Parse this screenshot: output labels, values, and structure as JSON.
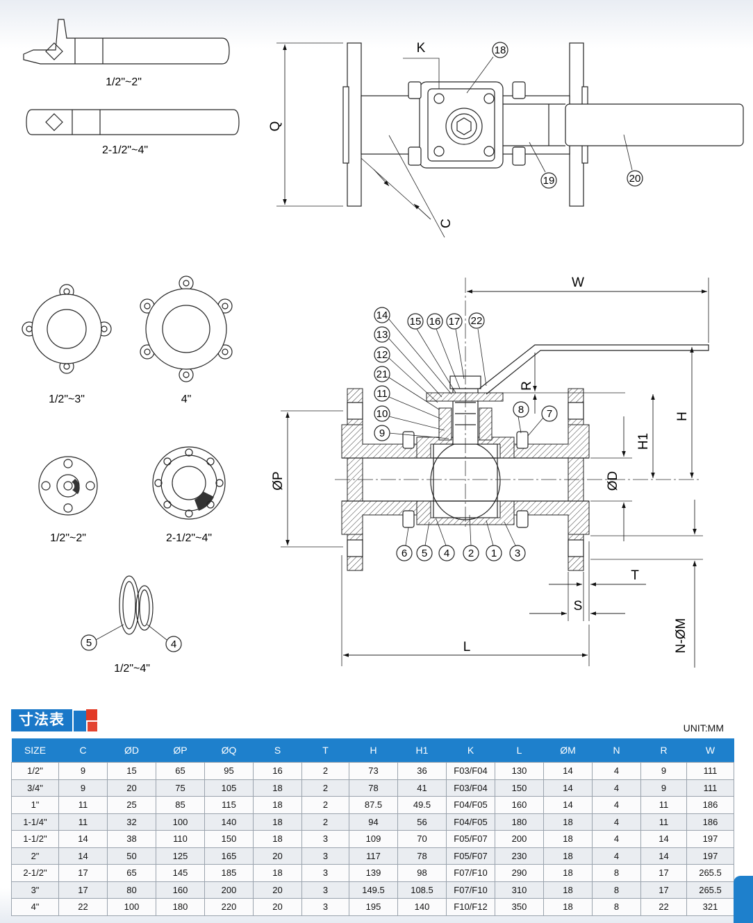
{
  "drawing": {
    "handle_captions": [
      "1/2\"~2\"",
      "2-1/2\"~4\""
    ],
    "flange_captions": [
      "1/2\"~3\"",
      "4\""
    ],
    "seat_captions": [
      "1/2\"~2\"",
      "2-1/2\"~4\""
    ],
    "packing_caption": "1/2\"~4\"",
    "top_view_dims": [
      "K",
      "Q",
      "C"
    ],
    "top_view_balloons": [
      "18",
      "19",
      "20"
    ],
    "section_dims": [
      "W",
      "R",
      "H",
      "H1",
      "ØD",
      "ØP",
      "T",
      "S",
      "L",
      "N-ØM"
    ],
    "section_balloons_left": [
      "14",
      "13",
      "12",
      "21",
      "11",
      "10",
      "9"
    ],
    "section_balloons_top": [
      "15",
      "16",
      "17",
      "22"
    ],
    "section_balloons_right": [
      "8",
      "7"
    ],
    "section_balloons_bottom": [
      "6",
      "5",
      "4",
      "2",
      "1",
      "3"
    ],
    "packing_balloons": [
      "5",
      "4"
    ]
  },
  "table": {
    "title": "寸法表",
    "unit": "UNIT:MM",
    "accent_colors": [
      "#1a78c8",
      "#e23a26"
    ],
    "headers": [
      "SIZE",
      "C",
      "ØD",
      "ØP",
      "ØQ",
      "S",
      "T",
      "H",
      "H1",
      "K",
      "L",
      "ØM",
      "N",
      "R",
      "W"
    ],
    "rows": [
      [
        "1/2\"",
        "9",
        "15",
        "65",
        "95",
        "16",
        "2",
        "73",
        "36",
        "F03/F04",
        "130",
        "14",
        "4",
        "9",
        "111"
      ],
      [
        "3/4\"",
        "9",
        "20",
        "75",
        "105",
        "18",
        "2",
        "78",
        "41",
        "F03/F04",
        "150",
        "14",
        "4",
        "9",
        "111"
      ],
      [
        "1\"",
        "11",
        "25",
        "85",
        "115",
        "18",
        "2",
        "87.5",
        "49.5",
        "F04/F05",
        "160",
        "14",
        "4",
        "11",
        "186"
      ],
      [
        "1-1/4\"",
        "11",
        "32",
        "100",
        "140",
        "18",
        "2",
        "94",
        "56",
        "F04/F05",
        "180",
        "18",
        "4",
        "11",
        "186"
      ],
      [
        "1-1/2\"",
        "14",
        "38",
        "110",
        "150",
        "18",
        "3",
        "109",
        "70",
        "F05/F07",
        "200",
        "18",
        "4",
        "14",
        "197"
      ],
      [
        "2\"",
        "14",
        "50",
        "125",
        "165",
        "20",
        "3",
        "117",
        "78",
        "F05/F07",
        "230",
        "18",
        "4",
        "14",
        "197"
      ],
      [
        "2-1/2\"",
        "17",
        "65",
        "145",
        "185",
        "18",
        "3",
        "139",
        "98",
        "F07/F10",
        "290",
        "18",
        "8",
        "17",
        "265.5"
      ],
      [
        "3\"",
        "17",
        "80",
        "160",
        "200",
        "20",
        "3",
        "149.5",
        "108.5",
        "F07/F10",
        "310",
        "18",
        "8",
        "17",
        "265.5"
      ],
      [
        "4\"",
        "22",
        "100",
        "180",
        "220",
        "20",
        "3",
        "195",
        "140",
        "F10/F12",
        "350",
        "18",
        "8",
        "22",
        "321"
      ]
    ]
  }
}
